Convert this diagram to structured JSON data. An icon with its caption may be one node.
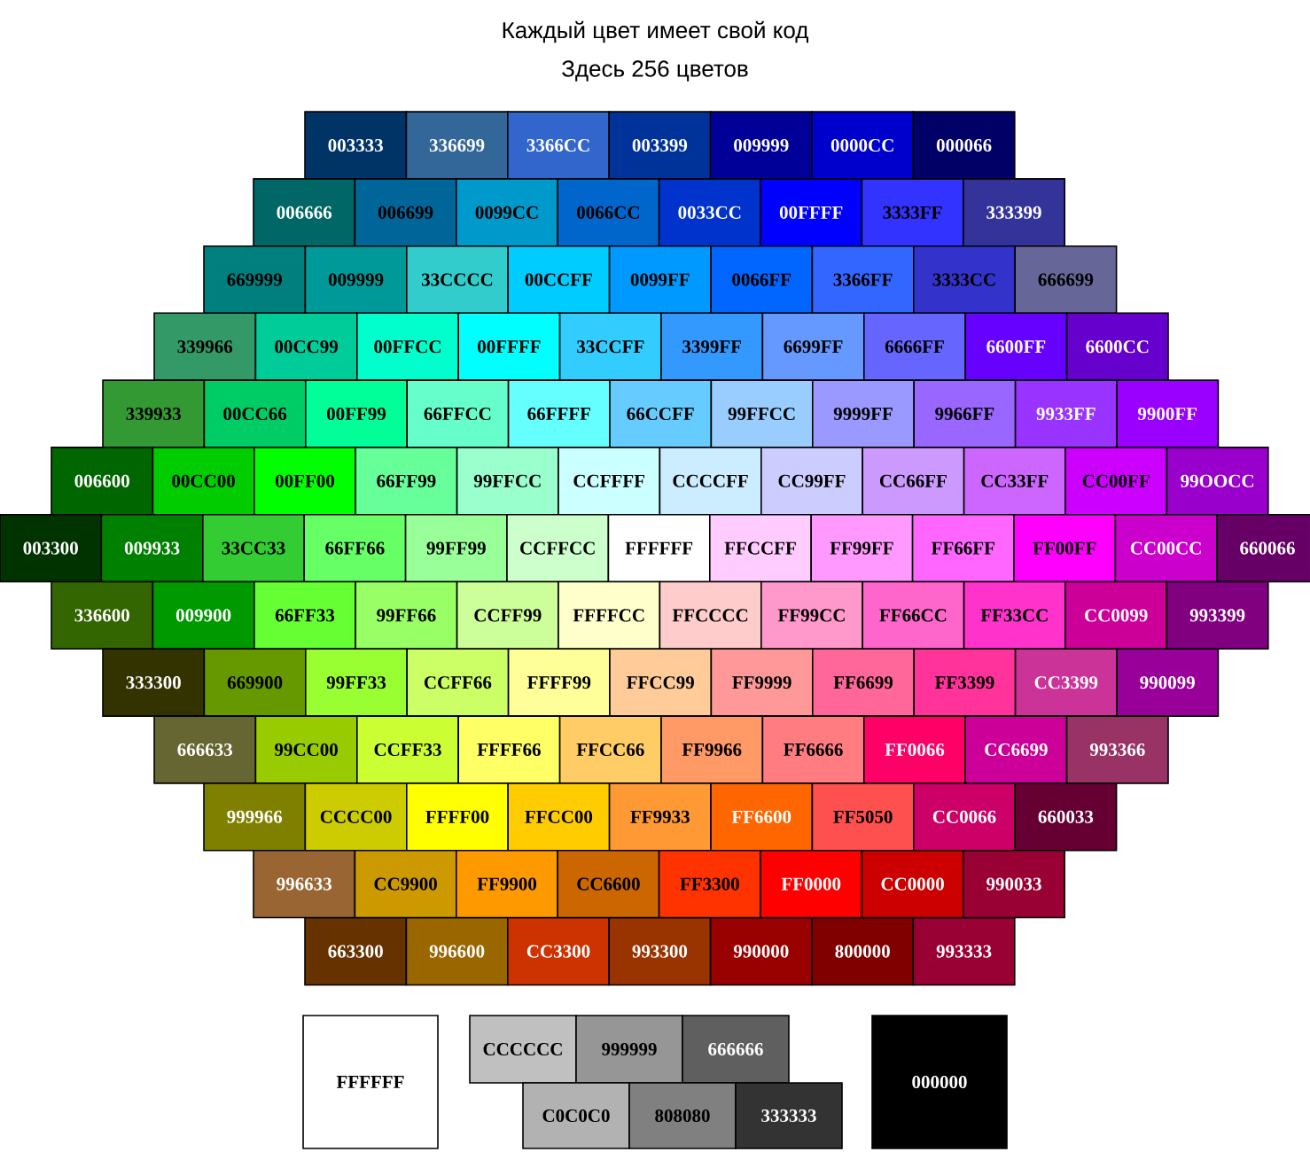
{
  "diagram": {
    "title": "Каждый цвет имеет свой код",
    "nodes": [
      {
        "text": [
          "003333"
        ]
      },
      {
        "text": [
          "336699"
        ]
      },
      {
        "text": [
          "3366CC"
        ]
      },
      {
        "text": [
          "003399"
        ]
      },
      {
        "text": [
          "009999"
        ]
      },
      {
        "text": [
          "0000CC"
        ]
      },
      {
        "text": [
          "000066"
        ]
      },
      {
        "text": [
          "006666"
        ]
      },
      {
        "text": [
          "006699"
        ]
      },
      {
        "text": [
          "0099CC"
        ]
      },
      {
        "text": [
          "0066CC"
        ]
      },
      {
        "text": [
          "0033CC"
        ]
      },
      {
        "text": [
          "00FFFF"
        ]
      },
      {
        "text": [
          "3333FF"
        ]
      },
      {
        "text": [
          "333399"
        ]
      },
      {
        "text": [
          "669999"
        ]
      },
      {
        "text": [
          "009999"
        ]
      },
      {
        "text": [
          "33CCCC"
        ]
      },
      {
        "text": [
          "00CCFF"
        ]
      },
      {
        "text": [
          "0099FF"
        ]
      },
      {
        "text": [
          "0066FF"
        ]
      },
      {
        "text": [
          "3366FF"
        ]
      },
      {
        "text": [
          "3333CC"
        ]
      },
      {
        "text": [
          "666699"
        ]
      },
      {
        "text": [
          "339966"
        ]
      },
      {
        "text": [
          "00CC99"
        ]
      },
      {
        "text": [
          "00FFCC"
        ]
      },
      {
        "text": [
          "00FFFF"
        ]
      },
      {
        "text": [
          "33CCFF"
        ]
      },
      {
        "text": [
          "3399FF"
        ]
      },
      {
        "text": [
          "6699FF"
        ]
      },
      {
        "text": [
          "6666FF"
        ]
      },
      {
        "text": [
          "6600FF"
        ]
      },
      {
        "text": [
          "6600CC"
        ]
      },
      {
        "text": [
          "339933"
        ]
      },
      {
        "text": [
          "00CC66"
        ]
      },
      {
        "text": [
          "00FF99"
        ]
      },
      {
        "text": [
          "66FFCC"
        ]
      },
      {
        "text": [
          "66FFFF"
        ]
      },
      {
        "text": [
          "66CCFF"
        ]
      },
      {
        "text": [
          "99FFCC"
        ]
      },
      {
        "text": [
          "9999FF"
        ]
      },
      {
        "text": [
          "9966FF"
        ]
      },
      {
        "text": [
          "9933FF"
        ]
      },
      {
        "text": [
          "9900FF"
        ]
      },
      {
        "text": [
          "006600"
        ]
      },
      {
        "text": [
          "00CC00"
        ]
      },
      {
        "text": [
          "00FF00"
        ]
      },
      {
        "text": [
          "66FF99"
        ]
      },
      {
        "text": [
          "99FFCC"
        ]
      },
      {
        "text": [
          "CCFFFF"
        ]
      },
      {
        "text": [
          "CCCCFF"
        ]
      },
      {
        "text": [
          "CC99FF"
        ]
      },
      {
        "text": [
          "CC66FF"
        ]
      },
      {
        "text": [
          "CC33FF"
        ]
      },
      {
        "text": [
          "CC00FF"
        ]
      },
      {
        "text": [
          "99OOCC"
        ]
      },
      {
        "text": [
          "003300"
        ]
      },
      {
        "text": [
          "009933"
        ]
      },
      {
        "text": [
          "33CC33"
        ]
      },
      {
        "text": [
          "66FF66"
        ]
      },
      {
        "text": [
          "99FF99"
        ]
      },
      {
        "text": [
          "CCFFCC"
        ]
      },
      {
        "text": [
          "FFFFFF"
        ]
      },
      {
        "text": [
          "FFCCFF"
        ]
      },
      {
        "text": [
          "FF99FF"
        ]
      },
      {
        "text": [
          "FF66FF"
        ]
      },
      {
        "text": [
          "FF00FF"
        ]
      },
      {
        "text": [
          "CC00CC"
        ]
      },
      {
        "text": [
          "660066"
        ]
      },
      {
        "text": [
          "336600"
        ]
      },
      {
        "text": [
          "009900"
        ]
      },
      {
        "text": [
          "66FF33"
        ]
      },
      {
        "text": [
          "99FF66"
        ]
      },
      {
        "text": [
          "CCFF99"
        ]
      },
      {
        "text": [
          "FFFFCC"
        ]
      },
      {
        "text": [
          "FFCCCC"
        ]
      },
      {
        "text": [
          "FF99CC"
        ]
      },
      {
        "text": [
          "FF66CC"
        ]
      },
      {
        "text": [
          "FF33CC"
        ]
      },
      {
        "text": [
          "CC0099"
        ]
      },
      {
        "text": [
          "993399"
        ]
      },
      {
        "text": [
          "333300"
        ]
      },
      {
        "text": [
          "669900"
        ]
      },
      {
        "text": [
          "99FF33"
        ]
      },
      {
        "text": [
          "CCFF66"
        ]
      },
      {
        "text": [
          "FFFF99"
        ]
      },
      {
        "text": [
          "FFCC99"
        ]
      },
      {
        "text": [
          "FF9999"
        ]
      },
      {
        "text": [
          "FF6699"
        ]
      },
      {
        "text": [
          "FF3399"
        ]
      },
      {
        "text": [
          "CC3399"
        ]
      },
      {
        "text": [
          "990099"
        ]
      },
      {
        "text": [
          "666633"
        ]
      },
      {
        "text": [
          "99CC00"
        ]
      },
      {
        "text": [
          "CCFF33"
        ]
      },
      {
        "text": [
          "FFFF66"
        ]
      },
      {
        "text": [
          "FFCC66"
        ]
      },
      {
        "text": [
          "FF9966"
        ]
      },
      {
        "text": [
          "FF6666"
        ]
      },
      {
        "text": [
          "FF0066"
        ]
      },
      {
        "text": [
          "CC6699"
        ]
      },
      {
        "text": [
          "993366"
        ]
      },
      {
        "text": [
          "999966"
        ]
      },
      {
        "text": [
          "CCCC00"
        ]
      },
      {
        "text": [
          "FFFF00"
        ]
      },
      {
        "text": [
          "FFCC00"
        ]
      },
      {
        "text": [
          "FF9933"
        ]
      },
      {
        "text": [
          "FF6600"
        ]
      },
      {
        "text": [
          "FF5050"
        ]
      },
      {
        "text": [
          "CC0066"
        ]
      },
      {
        "text": [
          "660033"
        ]
      },
      {
        "text": [
          "996633"
        ]
      },
      {
        "text": [
          "CC9900"
        ]
      },
      {
        "text": [
          "FF9900"
        ]
      },
      {
        "text": [
          "CC6600"
        ]
      },
      {
        "text": [
          "FF3300"
        ]
      },
      {
        "text": [
          "FF0000"
        ]
      },
      {
        "text": [
          "CC0000"
        ]
      },
      {
        "text": [
          "990033"
        ]
      },
      {
        "text": [
          "663300"
        ]
      },
      {
        "text": [
          "996600"
        ]
      },
      {
        "text": [
          "CC3300"
        ]
      },
      {
        "text": [
          "993300"
        ]
      },
      {
        "text": [
          "990000"
        ]
      },
      {
        "text": [
          "800000"
        ]
      },
      {
        "text": [
          "993333"
        ]
      },
      {
        "text": [
          "FFFFFF"
        ]
      },
      {
        "text": [
          "CCCCCC"
        ]
      },
      {
        "text": [
          "999999"
        ]
      },
      {
        "text": [
          "666666"
        ]
      },
      {
        "text": [
          "C0C0C0"
        ]
      },
      {
        "text": [
          "808080"
        ]
      },
      {
        "text": [
          "333333"
        ]
      },
      {
        "text": [
          "000000"
        ]
      }
    ],
    "labels": [
      "Здесь 256 цветов"
    ]
  }
}
